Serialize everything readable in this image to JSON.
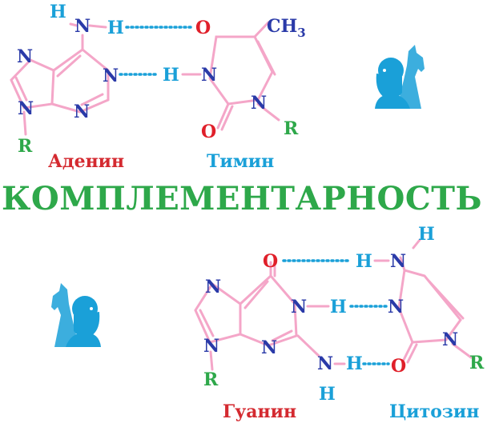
{
  "title": "КОМПЛЕМЕНТАРНОСТЬ",
  "molecules": {
    "adenine": "Аденин",
    "thymine": "Тимин",
    "guanine": "Гуанин",
    "cytosine": "Цитозин"
  },
  "atoms": {
    "N": "N",
    "H": "H",
    "O": "O",
    "R": "R",
    "CH3": "CH",
    "CH3_sub": "3"
  },
  "colors": {
    "bond": "#f4a6c8",
    "h_bond": "#1aa0d8",
    "nitrogen": "#2a3aa8",
    "hydrogen": "#1aa0d8",
    "oxygen": "#e0202a",
    "radical": "#2ea84a",
    "title": "#2ea84a",
    "label_red": "#d42a30",
    "label_blue": "#1aa0d8",
    "logo": "#1aa0d8"
  },
  "icons": [
    "man-and-horse-logo-icon"
  ]
}
